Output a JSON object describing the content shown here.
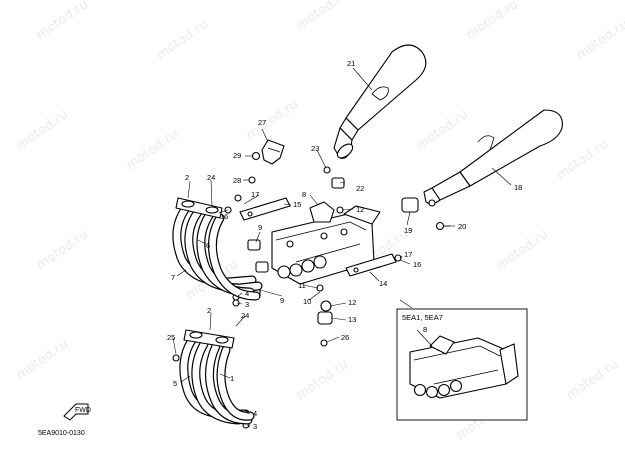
{
  "diagram": {
    "figure_code": "5EA9010-0130",
    "watermark_text": "motod.ru",
    "inset_label": "5EA1, 5EA7",
    "fwd_label": "FWD",
    "callouts": {
      "c1": "1",
      "c2a": "2",
      "c2b": "2",
      "c3a": "3",
      "c3b": "3",
      "c4a": "4",
      "c4b": "4",
      "c5": "5",
      "c6": "6",
      "c7": "7",
      "c8a": "8",
      "c8b": "8",
      "c9a": "9",
      "c9b": "9",
      "c10": "10",
      "c11": "11",
      "c12a": "12",
      "c12b": "12",
      "c13": "13",
      "c14": "14",
      "c15": "15",
      "c16a": "16",
      "c16b": "16",
      "c17a": "17",
      "c17b": "17",
      "c18": "18",
      "c19": "19",
      "c20": "20",
      "c21": "21",
      "c22": "22",
      "c23": "23",
      "c24a": "24",
      "c24b": "24",
      "c25": "25",
      "c26": "26",
      "c27": "27",
      "c28": "28",
      "c29": "29"
    }
  }
}
